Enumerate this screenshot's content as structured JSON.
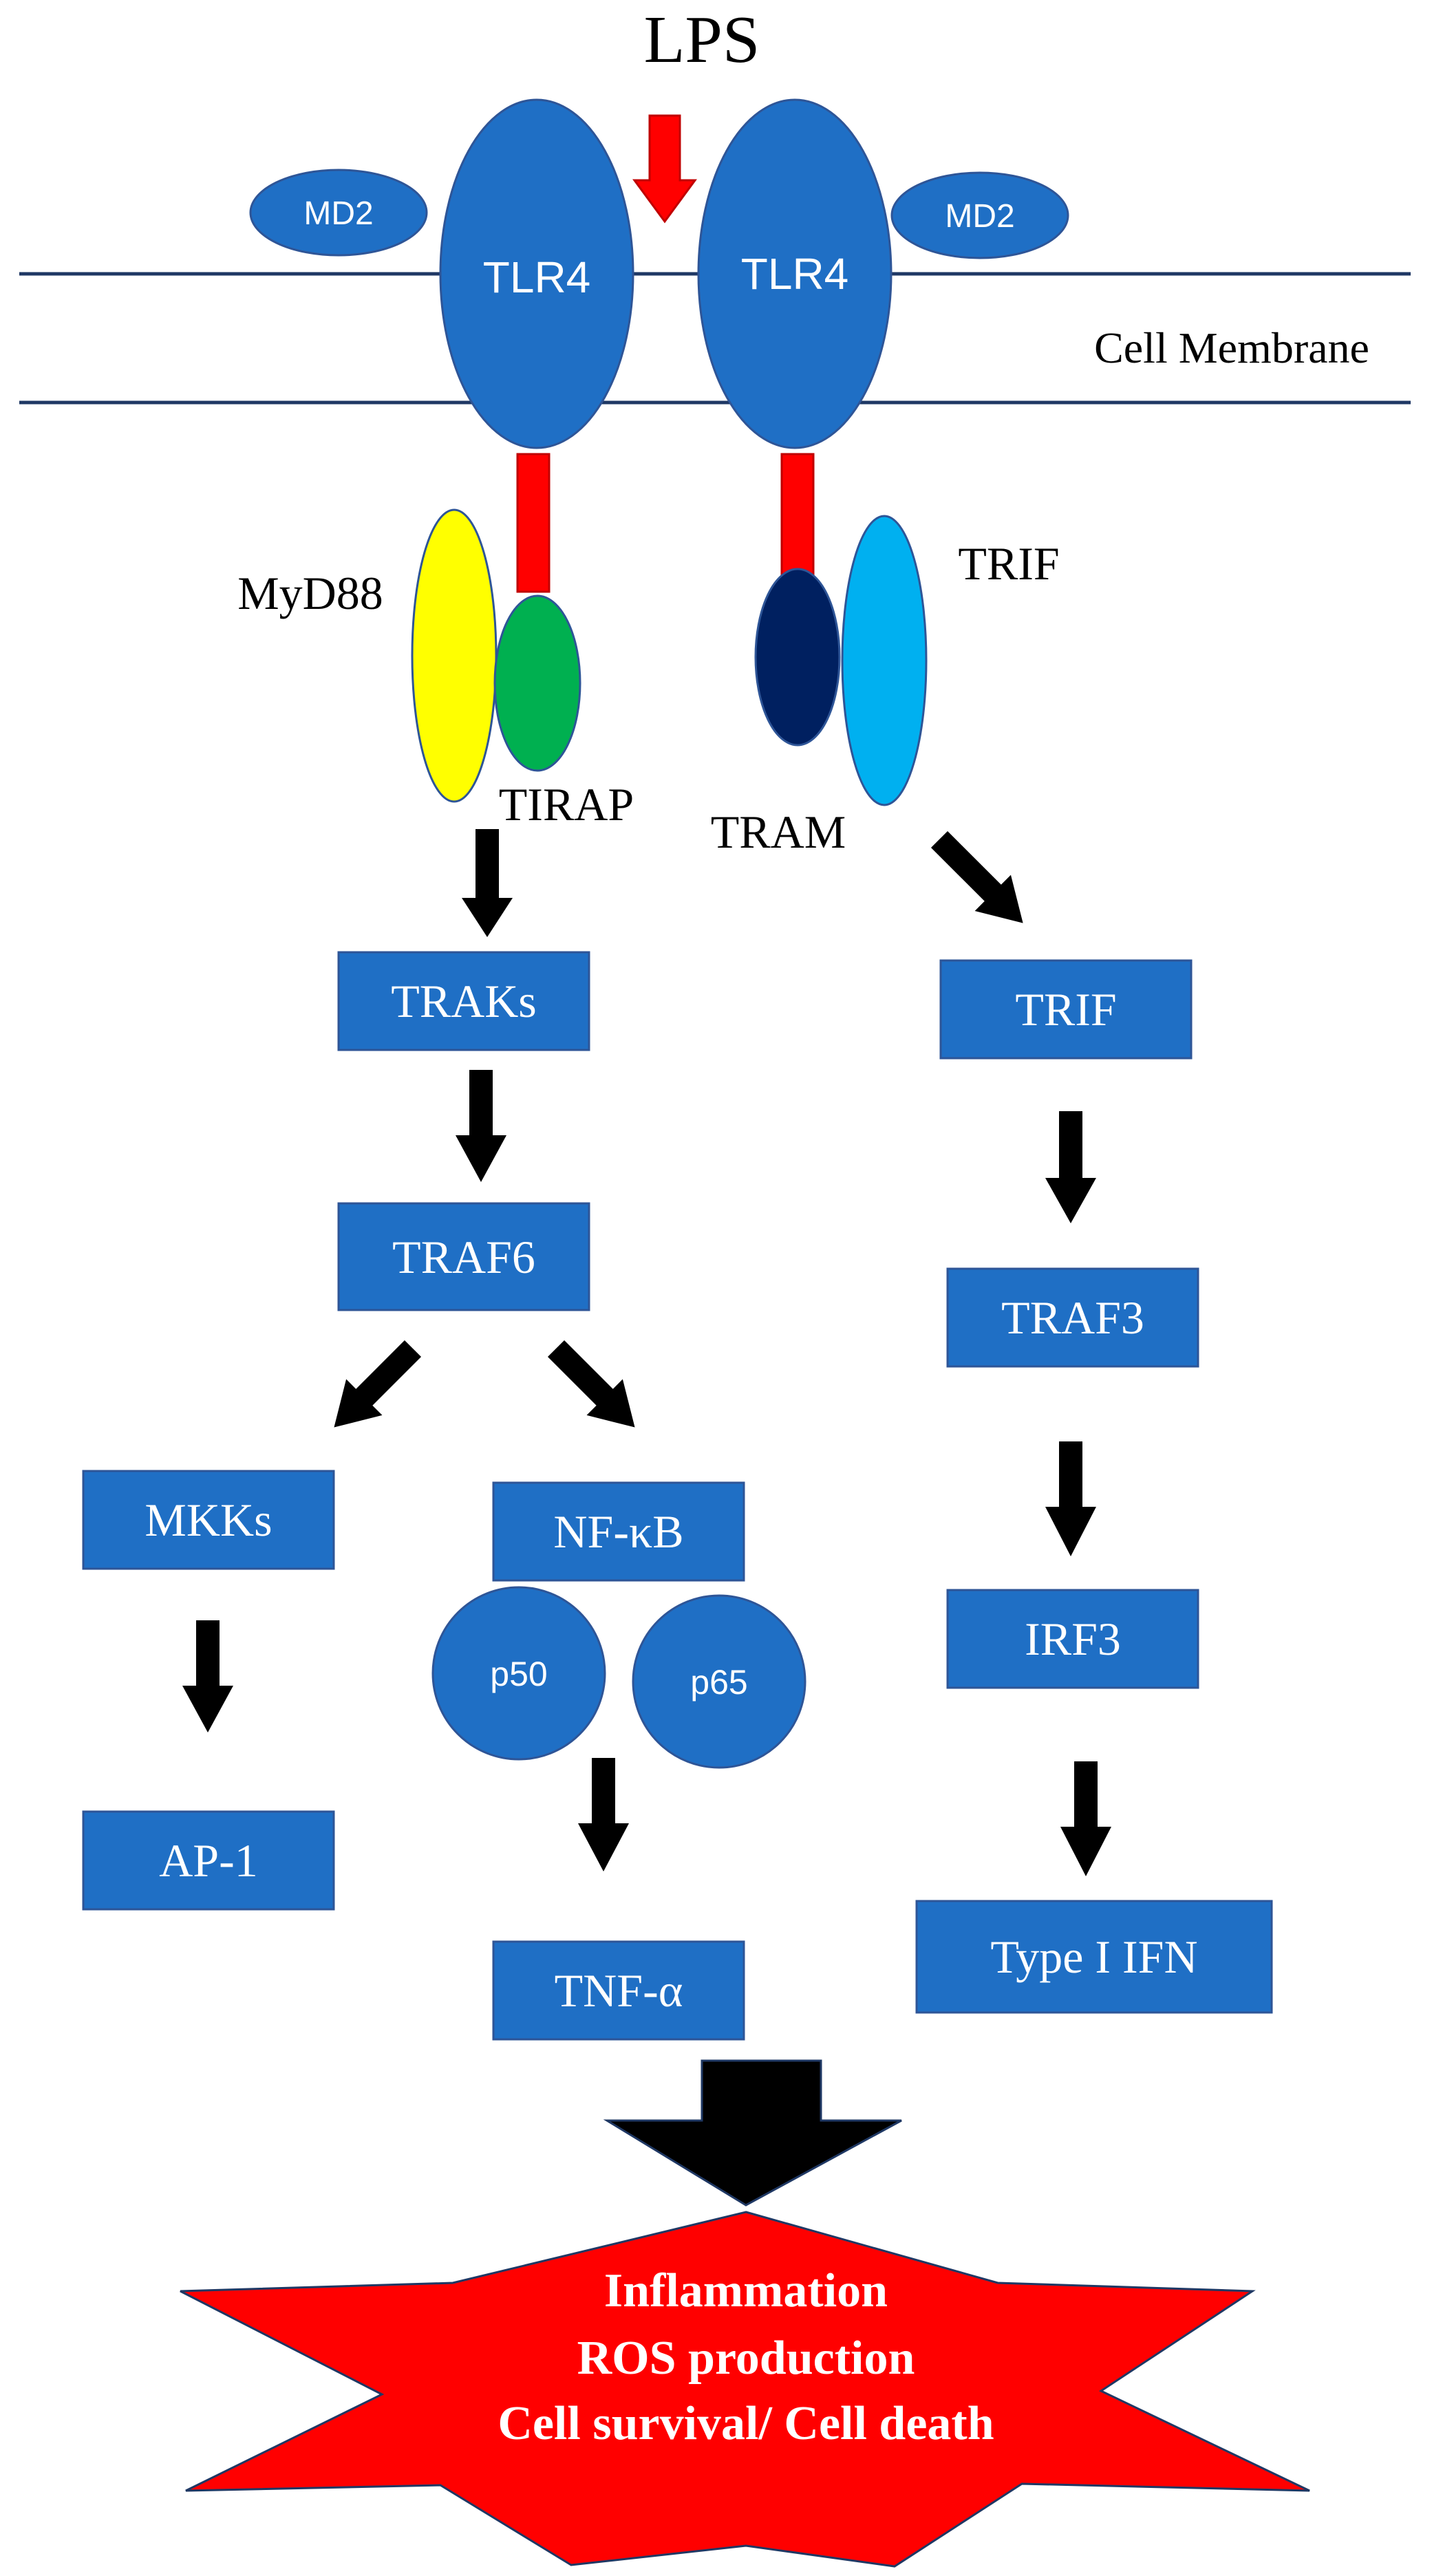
{
  "colors": {
    "receptor_blue": "#1f6fc5",
    "box_blue": "#1f6fc5",
    "red": "#ff0000",
    "myd88_yellow": "#ffff00",
    "tirap_green": "#00b050",
    "tram_navy": "#002060",
    "trif_cyan": "#00b0f0",
    "membrane_line": "#1f3864",
    "arrow_black": "#000000"
  },
  "labels": {
    "lps": "LPS",
    "md2_left": "MD2",
    "md2_right": "MD2",
    "tlr4_left": "TLR4",
    "tlr4_right": "TLR4",
    "cell_membrane": "Cell Membrane",
    "myd88": "MyD88",
    "tirap": "TIRAP",
    "tram": "TRAM",
    "trif_adapter": "TRIF"
  },
  "boxes": {
    "traks": "TRAKs",
    "traf6": "TRAF6",
    "mkks": "MKKs",
    "ap1": "AP-1",
    "nfkb": "NF-κB",
    "tnfa": "TNF-α",
    "trif": "TRIF",
    "traf3": "TRAF3",
    "irf3": "IRF3",
    "type1_ifn": "Type I IFN"
  },
  "subunits": {
    "p50": "p50",
    "p65": "p65"
  },
  "outcome": {
    "line1": "Inflammation",
    "line2": "ROS production",
    "line3": "Cell survival/ Cell death"
  }
}
